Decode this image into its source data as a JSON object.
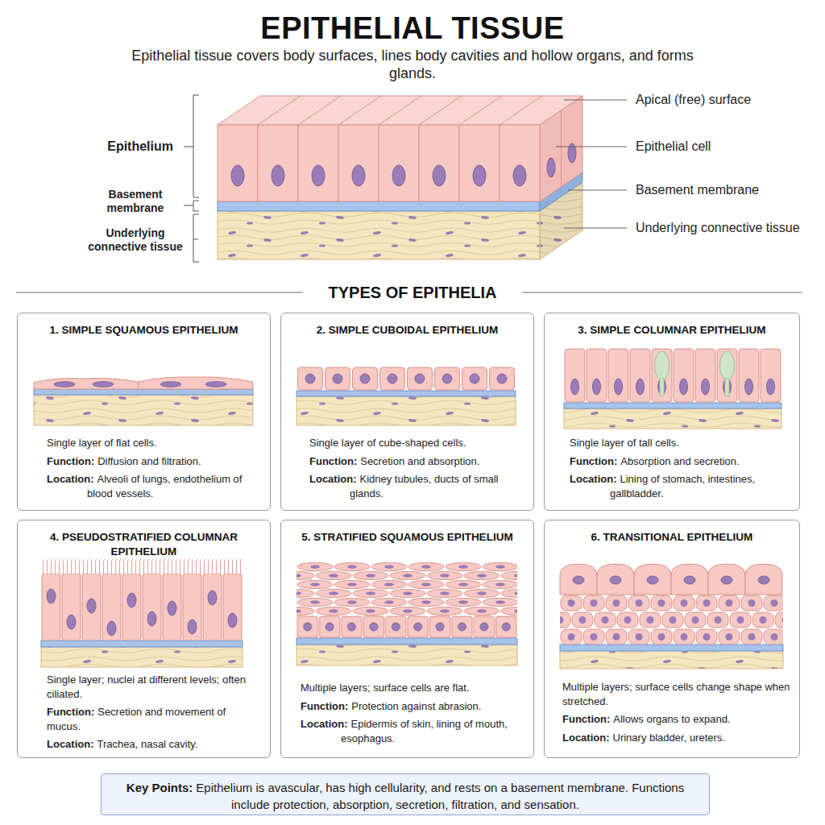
{
  "diagram": {
    "title": "EPITHELIAL TISSUE",
    "caption": "Epithelial tissue covers body surfaces, lines body cavities and hollow organs, and forms glands.",
    "nodes": [
      {
        "text": [
          "1. SIMPLE SQUAMOUS EPITHELIUM",
          "Single layer of flat cells.",
          "Function:",
          "Diffusion and filtration.",
          "Location:",
          "Alveoli of lungs, endothelium of blood vessels."
        ]
      },
      {
        "text": [
          "2. SIMPLE CUBOIDAL EPITHELIUM",
          "Single layer of cube-shaped cells.",
          "Function:",
          "Secretion and absorption.",
          "Location:",
          "Kidney tubules, ducts of small glands."
        ]
      },
      {
        "text": [
          "3. SIMPLE COLUMNAR EPITHELIUM",
          "Single layer of tall cells.",
          "Function:",
          "Absorption and secretion.",
          "Location:",
          "Lining of stomach, intestines, gallbladder."
        ]
      },
      {
        "text": [
          "4. PSEUDOSTRATIFIED COLUMNAR EPITHELIUM",
          "Single layer; nuclei at different levels; often ciliated.",
          "Function:",
          "Secretion and movement of mucus.",
          "Location:",
          "Trachea, nasal cavity."
        ]
      },
      {
        "text": [
          "5. STRATIFIED SQUAMOUS EPITHELIUM",
          "Multiple layers; surface cells are flat.",
          "Function:",
          "Protection against abrasion.",
          "Location:",
          "Epidermis of skin, lining of mouth, esophagus."
        ]
      },
      {
        "text": [
          "6. TRANSITIONAL EPITHELIUM",
          "Multiple layers; surface cells change shape when stretched.",
          "Function:",
          "Allows organs to expand.",
          "Location:",
          "Urinary bladder, ureters."
        ]
      },
      {
        "text": [
          "Key Points:",
          "Epithelium is avascular, has high cellularity, and rests on a basement membrane. Functions include protection, absorption, secretion, filtration, and sensation."
        ]
      }
    ],
    "labels": [
      "Epithelium",
      "Basement membrane",
      "Underlying connective tissue",
      "Apical (free) surface",
      "Epithelial cell",
      "Basement membrane",
      "Underlying connective tissue",
      "TYPES OF EPITHELIA"
    ]
  }
}
